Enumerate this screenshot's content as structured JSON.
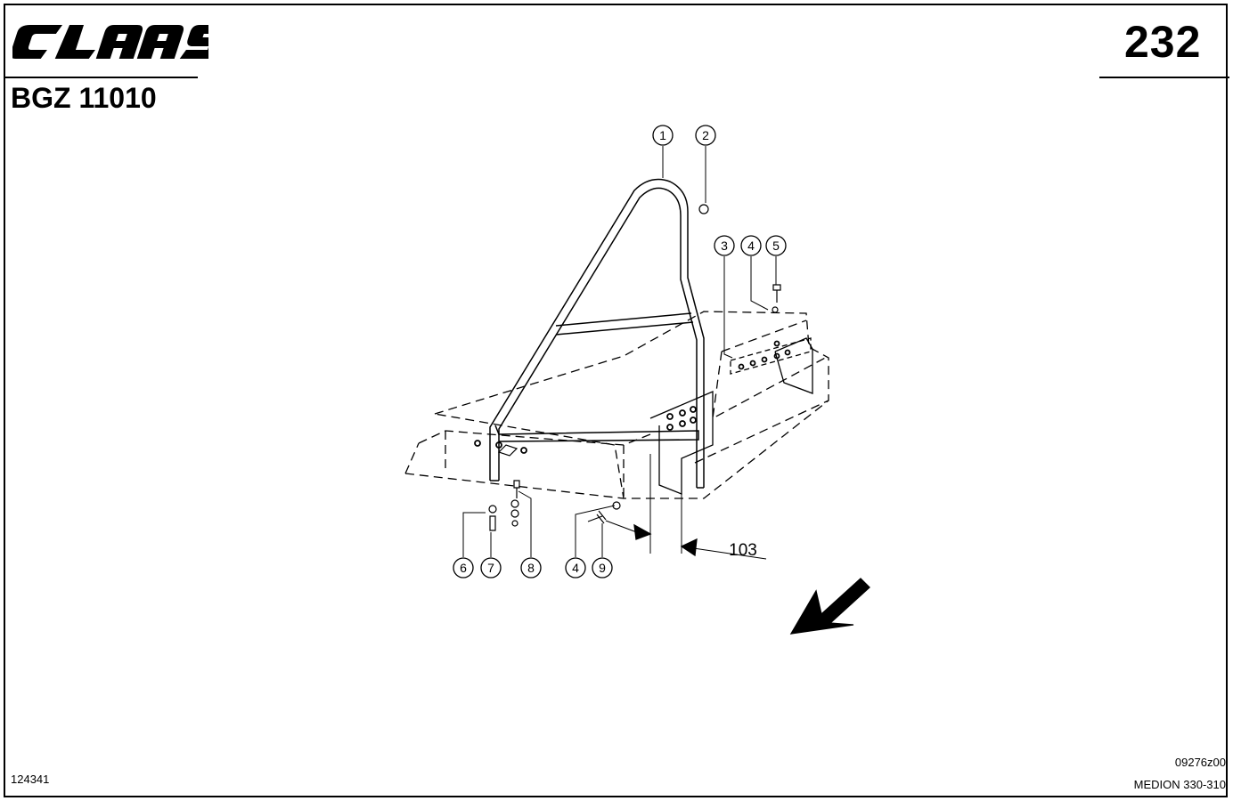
{
  "header": {
    "brand": "CLAAS",
    "page_number": "232",
    "group_code": "BGZ 11010"
  },
  "drawing": {
    "callouts": [
      "1",
      "2",
      "3",
      "4",
      "5",
      "6",
      "7",
      "8",
      "4",
      "9"
    ],
    "dimension_label": "103"
  },
  "footer": {
    "left_ref": "124341",
    "right_ref_top": "09276z00",
    "right_ref_bottom": "MEDION 330-310"
  },
  "colors": {
    "ink": "#000000",
    "paper": "#ffffff"
  }
}
